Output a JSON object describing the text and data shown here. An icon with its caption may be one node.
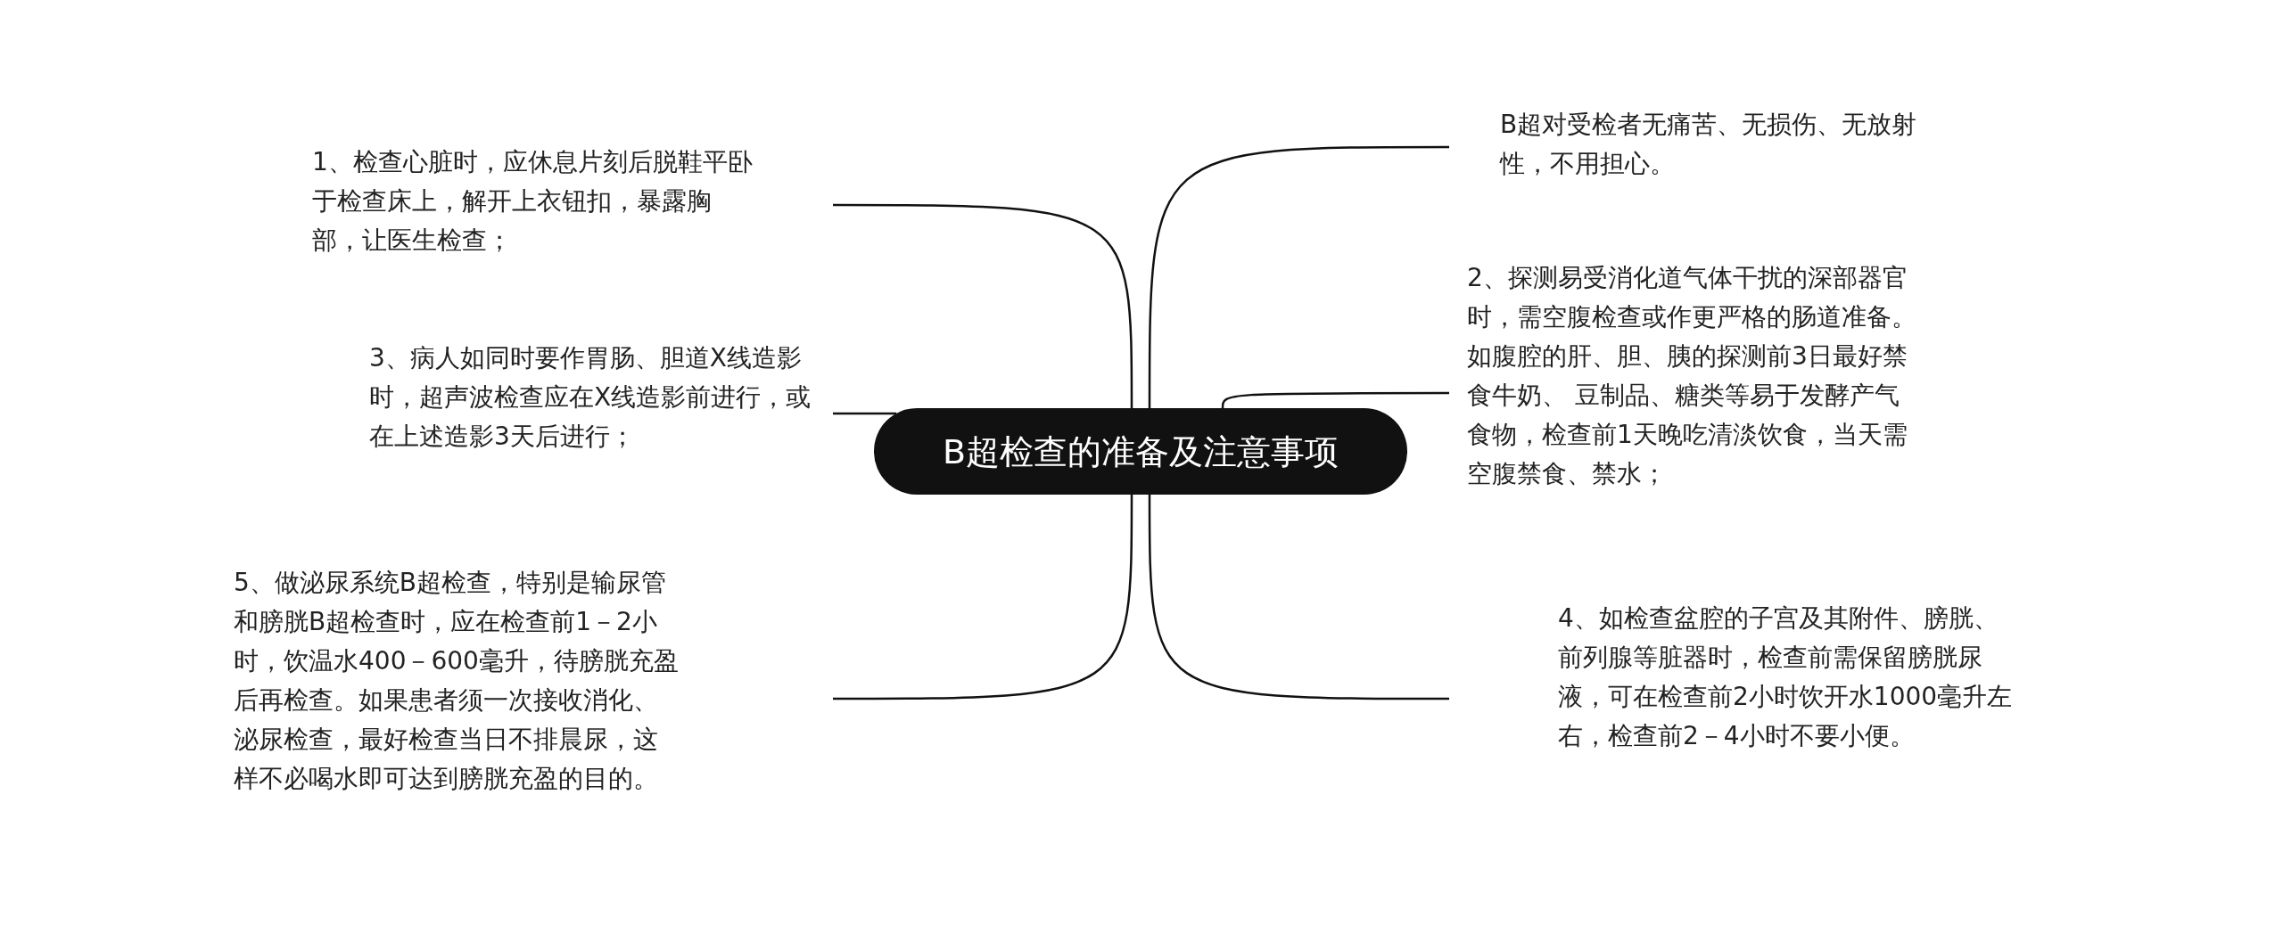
{
  "diagram": {
    "nodes": [
      {
        "text": [
          "B超检查的准备及注意事项"
        ]
      },
      {
        "text": [
          "B超对受检者无痛苦、无损伤、无放射性，不用担心。"
        ]
      },
      {
        "text": [
          "1、检查心脏时，应休息片刻后脱鞋平卧于检查床上，解开上衣钮扣，暴露胸部，让医生检查；"
        ]
      },
      {
        "text": [
          "2、探测易受消化道气体干扰的深部器官时，需空腹检查或作更严格的肠道准备。如腹腔的肝、胆、胰的探测前3日最好禁食牛奶、 豆制品、糖类等易于发酵产气食物，检查前1天晚吃清淡饮食，当天需空腹禁食、禁水；"
        ]
      },
      {
        "text": [
          "3、病人如同时要作胃肠、胆道X线造影时，超声波检查应在X线造影前进行，或在上述造影3天后进行；"
        ]
      },
      {
        "text": [
          "4、如检查盆腔的子宫及其附件、膀胱、前列腺等脏器时，检查前需保留膀胱尿液，可在检查前2小时饮开水1000毫升左右，检查前2－4小时不要小便。"
        ]
      },
      {
        "text": [
          "5、做泌尿系统B超检查，特别是输尿管和膀胱B超检查时，应在检查前1－2小时，饮温水400－600毫升，待膀胱充盈后再检查。如果患者须一次接收消化、泌尿检查，最好检查当日不排晨尿，这样不必喝水即可达到膀胱充盈的目的。"
        ]
      }
    ],
    "edges": [
      {
        "from": 0,
        "to": 1,
        "arrow": "none"
      },
      {
        "from": 0,
        "to": 2,
        "arrow": "none"
      },
      {
        "from": 0,
        "to": 3,
        "arrow": "none"
      },
      {
        "from": 0,
        "to": 4,
        "arrow": "none"
      },
      {
        "from": 0,
        "to": 5,
        "arrow": "none"
      },
      {
        "from": 0,
        "to": 6,
        "arrow": "none"
      }
    ]
  }
}
